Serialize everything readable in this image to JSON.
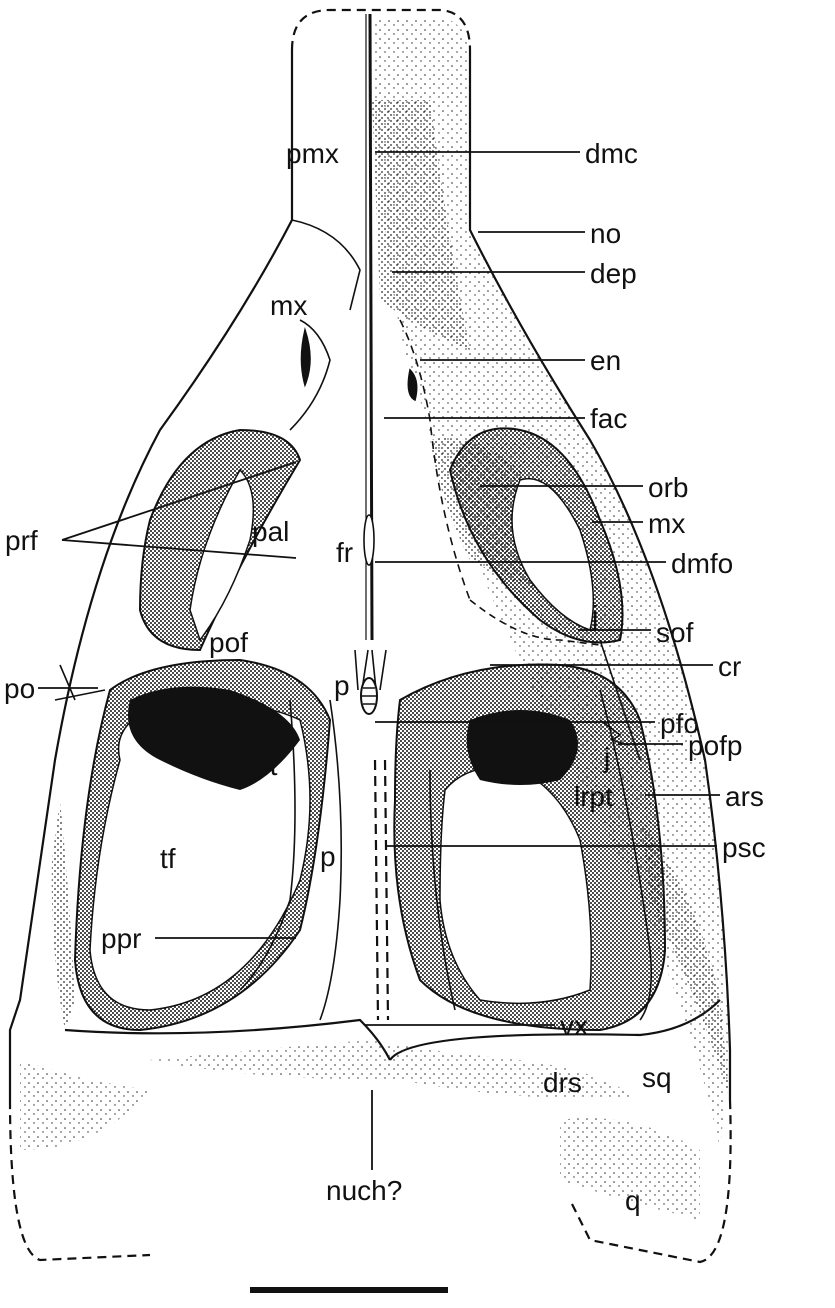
{
  "labels": {
    "pmx": "pmx",
    "dmc": "dmc",
    "no": "no",
    "dep": "dep",
    "mx_left": "mx",
    "en": "en",
    "fac": "fac",
    "orb": "orb",
    "mx_right": "mx",
    "prf": "prf",
    "pal": "pal",
    "fr": "fr",
    "dmfo": "dmfo",
    "j_upper": "j",
    "sof": "sof",
    "po": "po",
    "pof": "pof",
    "cr": "cr",
    "p_upper": "p",
    "pfo": "pfo",
    "j_lower": "j",
    "pofp": "pofp",
    "pt": "pt",
    "lrpt": "lrpt",
    "ars": "ars",
    "psc": "psc",
    "tf": "tf",
    "p_lower": "p",
    "ppr": "ppr",
    "vx": "vx",
    "drs": "drs",
    "sq": "sq",
    "nuch": "nuch?",
    "q": "q"
  },
  "colors": {
    "ink": "#111111",
    "stipple": "#2a2a2a",
    "paper": "#ffffff"
  }
}
